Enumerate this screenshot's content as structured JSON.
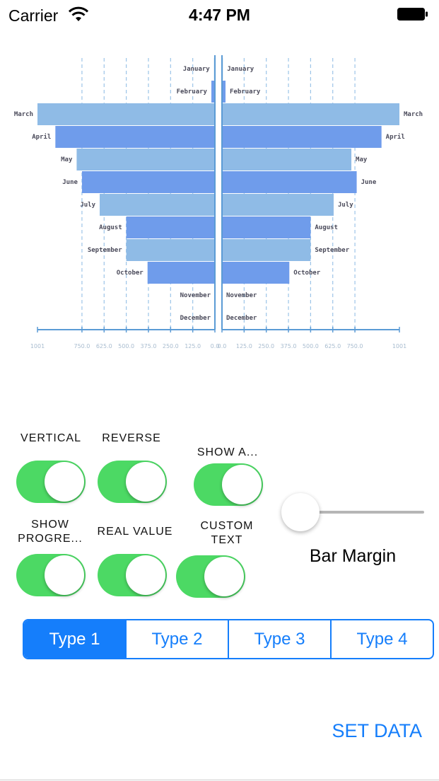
{
  "status_bar": {
    "carrier": "Carrier",
    "time": "4:47 PM"
  },
  "chart_data": {
    "type": "bar",
    "orientation": "horizontal-mirrored",
    "categories": [
      "January",
      "February",
      "March",
      "April",
      "May",
      "June",
      "July",
      "August",
      "September",
      "October",
      "November",
      "December"
    ],
    "series": [
      {
        "values": [
          5,
          20,
          1001,
          900,
          780,
          750,
          650,
          500,
          500,
          380,
          0,
          0
        ]
      },
      {
        "values": [
          5,
          20,
          1001,
          900,
          730,
          760,
          630,
          500,
          500,
          380,
          0,
          0
        ]
      }
    ],
    "xlim": [
      0,
      1001
    ],
    "ticks_left": [
      "1001",
      "750.0",
      "625.0",
      "500.0",
      "375.0",
      "250.0",
      "125.0",
      "0.0"
    ],
    "ticks_right": [
      "0.0",
      "125.0",
      "250.0",
      "375.0",
      "500.0",
      "625.0",
      "750.0",
      "1001"
    ],
    "tick_values": [
      1001,
      750,
      625,
      500,
      375,
      250,
      125,
      0
    ],
    "colors": [
      "#8fbbe6",
      "#6f9ceb"
    ],
    "grid": "vertical-dashed"
  },
  "controls": {
    "vertical": {
      "label": "VERTICAL",
      "on": true
    },
    "reverse": {
      "label": "REVERSE",
      "on": true
    },
    "show_a": {
      "label": "SHOW A...",
      "on": true
    },
    "show_progress": {
      "label1": "SHOW",
      "label2": "PROGRE...",
      "on": true
    },
    "real_value": {
      "label": "REAL VALUE",
      "on": true
    },
    "custom_text": {
      "label1": "CUSTOM",
      "label2": "TEXT",
      "on": true
    },
    "bar_margin": {
      "label": "Bar Margin",
      "value": 0
    }
  },
  "segmented": {
    "options": [
      "Type 1",
      "Type 2",
      "Type 3",
      "Type 4"
    ],
    "selected": 0
  },
  "set_data_label": "SET DATA",
  "colors": {
    "accent": "#157efb",
    "switch_on": "#4cd964"
  }
}
